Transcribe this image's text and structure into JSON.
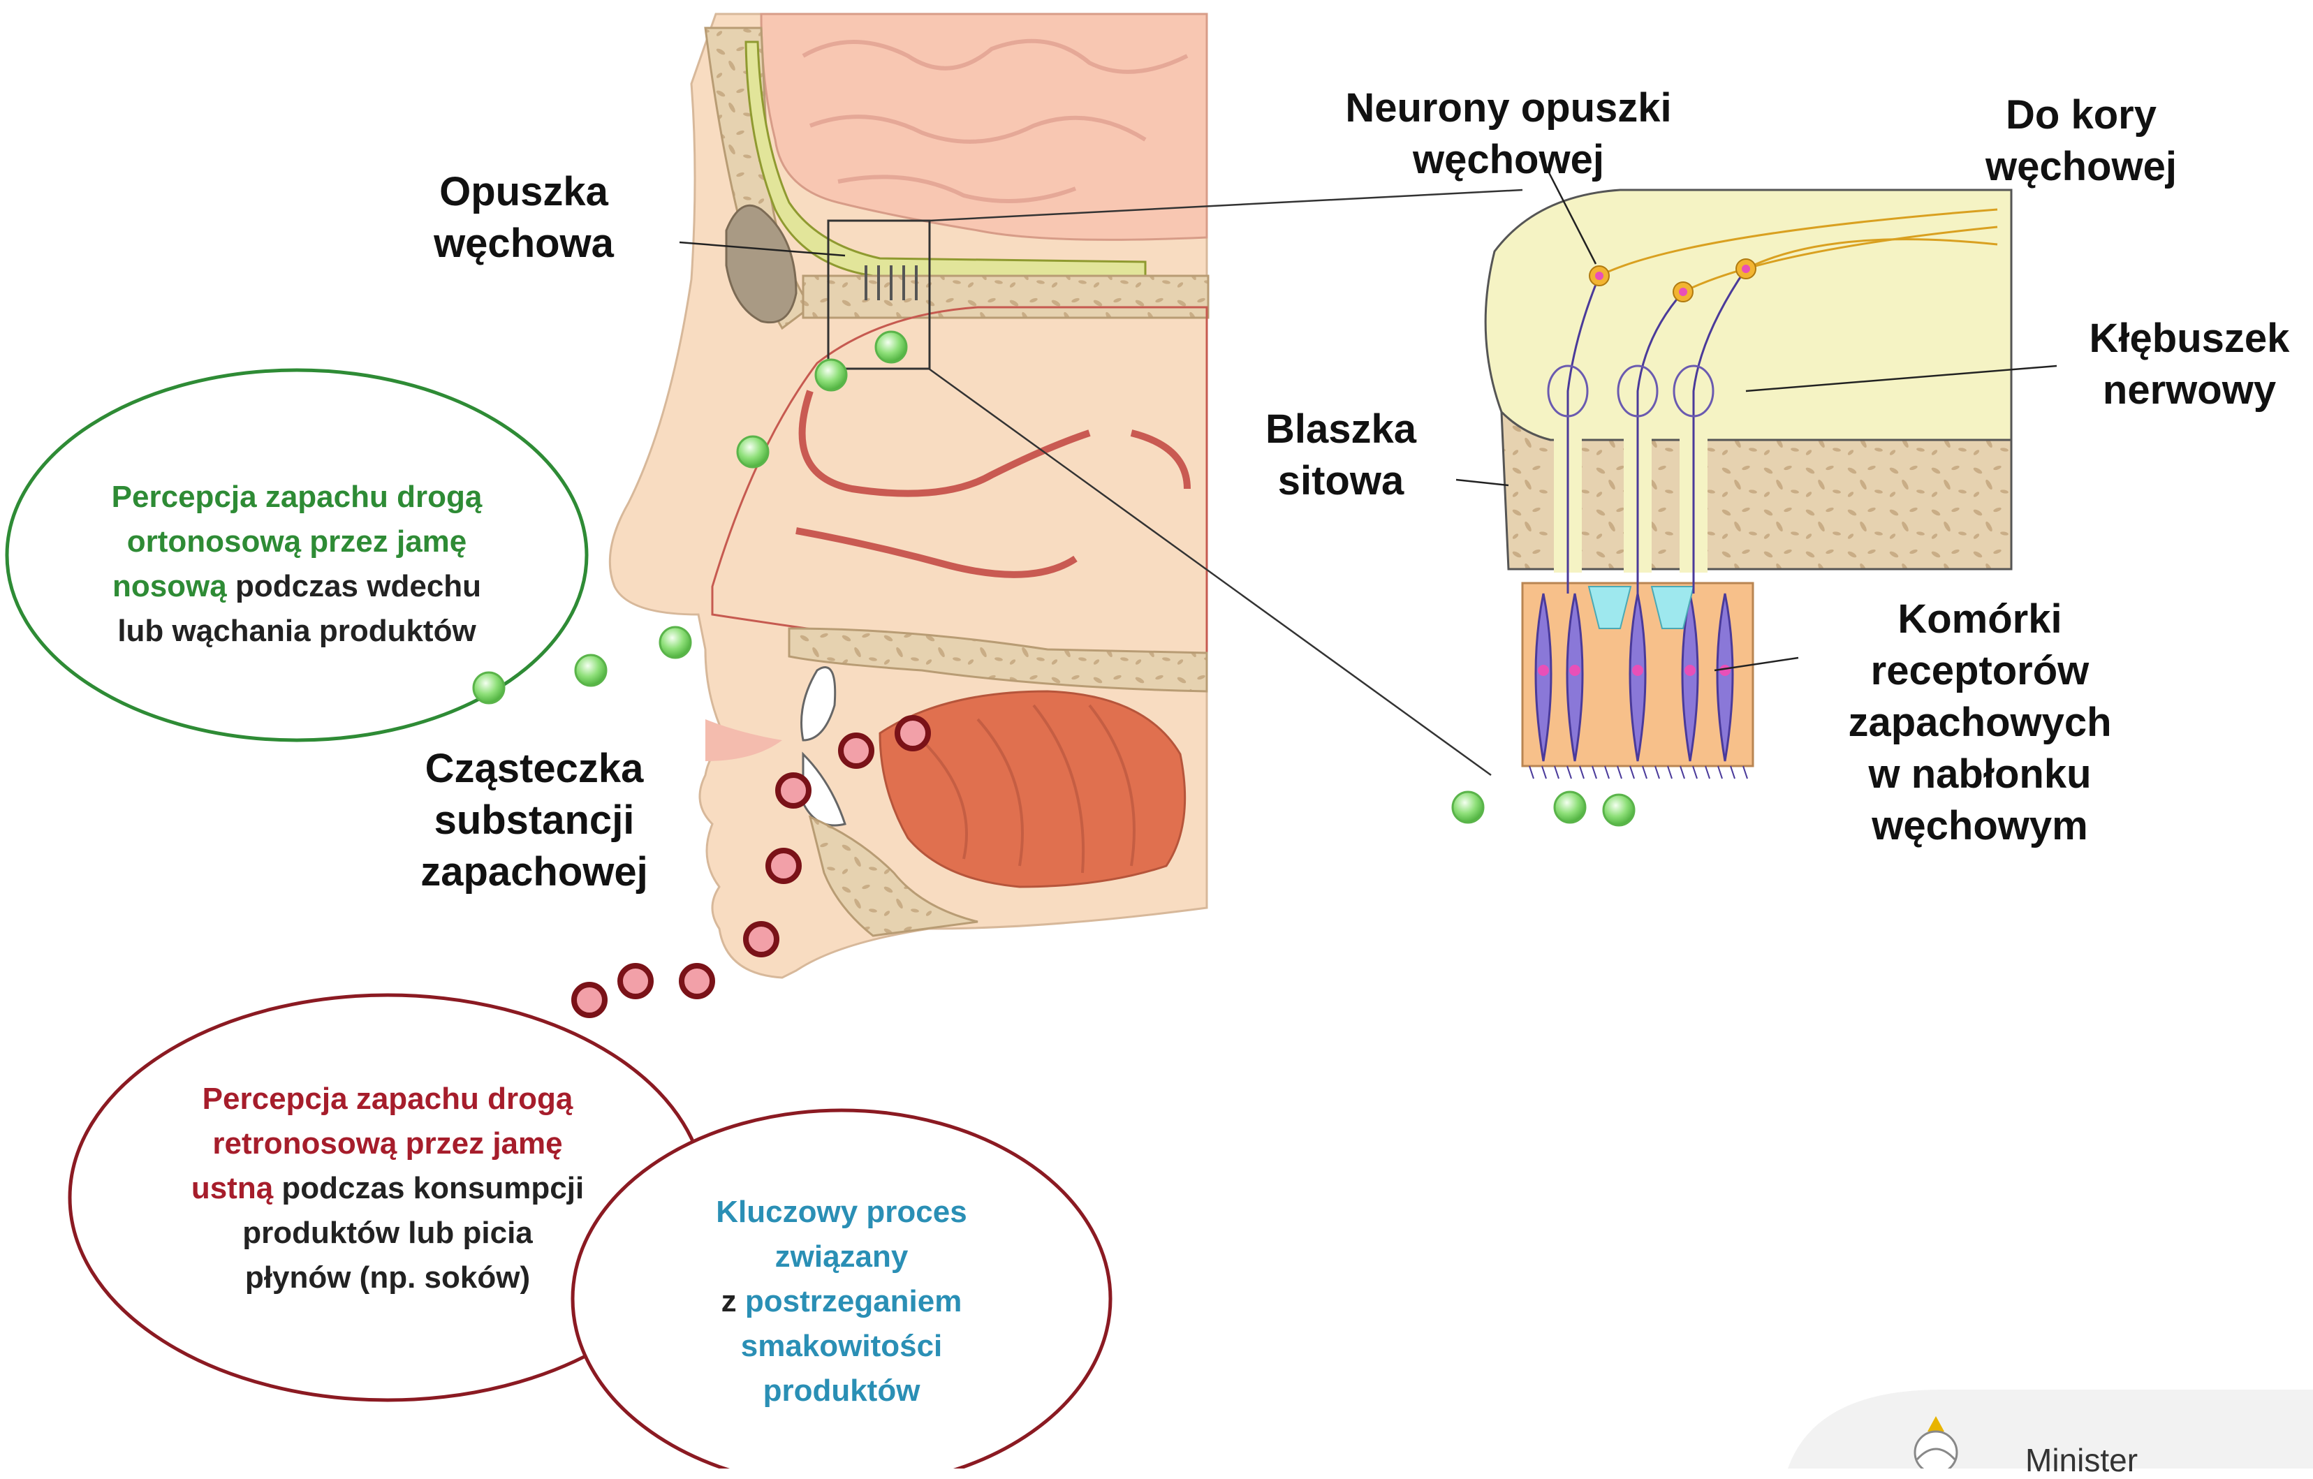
{
  "labels": {
    "olfactory_bulb": [
      "Opuszka",
      "węchowa"
    ],
    "bulb_neurons": [
      "Neurony opuszki",
      "węchowej"
    ],
    "to_cortex": [
      "Do kory",
      "węchowej"
    ],
    "glomerulus": [
      "Kłębuszek",
      "nerwowy"
    ],
    "cribriform_plate": [
      "Blaszka",
      "sitowa"
    ],
    "receptor_cells": [
      "Komórki",
      "receptorów",
      "zapachowych",
      "w nabłonku",
      "węchowym"
    ],
    "odor_molecule": [
      "Cząsteczka",
      "substancji",
      "zapachowej"
    ]
  },
  "bubbles": {
    "orthonasal": {
      "lines": [
        [
          {
            "t": "Percepcja zapachu drogą",
            "hl": true
          }
        ],
        [
          {
            "t": "ortonosową przez jamę",
            "hl": true
          }
        ],
        [
          {
            "t": "nosową",
            "hl": true
          },
          {
            "t": " podczas wdechu",
            "hl": false
          }
        ],
        [
          {
            "t": "lub wąchania produktów",
            "hl": false
          }
        ]
      ]
    },
    "retronasal": {
      "lines": [
        [
          {
            "t": "Percepcja zapachu drogą",
            "hl": true
          }
        ],
        [
          {
            "t": "retronosową przez jamę",
            "hl": true
          }
        ],
        [
          {
            "t": "ustną",
            "hl": true
          },
          {
            "t": " podczas konsumpcji",
            "hl": false
          }
        ],
        [
          {
            "t": "produktów lub picia",
            "hl": false
          }
        ],
        [
          {
            "t": "płynów (np. soków)",
            "hl": false
          }
        ]
      ]
    },
    "key_process": {
      "lines": [
        [
          {
            "t": "Kluczowy proces",
            "hl": true
          }
        ],
        [
          {
            "t": "związany",
            "hl": true
          }
        ],
        [
          {
            "t": "z ",
            "hl": false
          },
          {
            "t": "postrzeganiem",
            "hl": true
          }
        ],
        [
          {
            "t": "smakowitości",
            "hl": true
          }
        ],
        [
          {
            "t": "produktów",
            "hl": true
          }
        ]
      ]
    }
  },
  "logo": {
    "text": "Minister"
  },
  "colors": {
    "orthonasal_green": "#2e8b35",
    "retronasal_red": "#a61d2b",
    "key_blue": "#2a8fb5",
    "odor_particle_green": "#7ddc6a",
    "odor_particle_red": "#f2a0a8"
  }
}
